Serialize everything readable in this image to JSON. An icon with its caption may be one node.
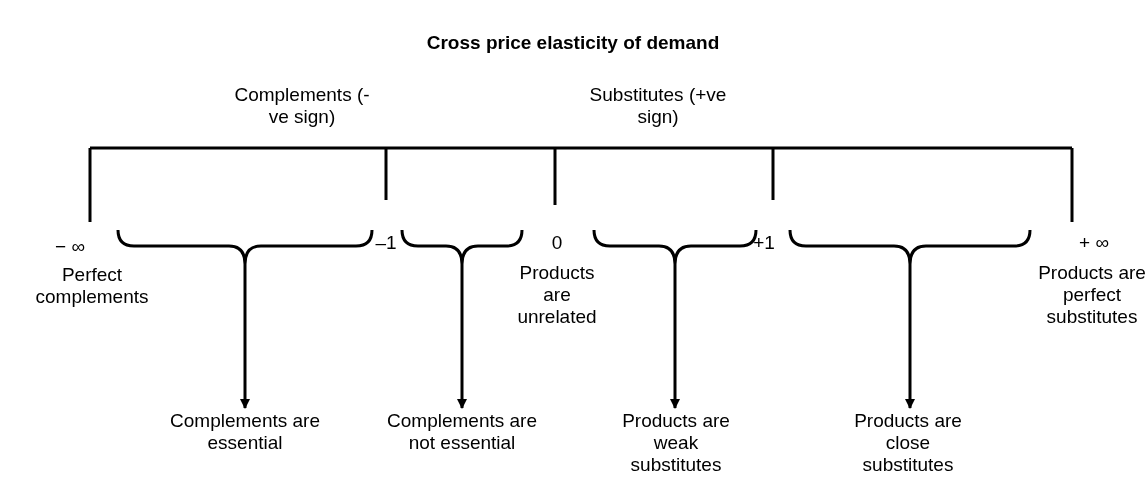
{
  "diagram": {
    "title": "Cross price elasticity of demand",
    "nodes": [
      {
        "text": [],
        "shape": "bracket"
      },
      {
        "text": [],
        "shape": "bracket"
      },
      {
        "text": [],
        "shape": "bracket"
      },
      {
        "text": [],
        "shape": "bracket"
      },
      {
        "text": [
          "Complements are essential"
        ]
      },
      {
        "text": [
          "Complements are not essential"
        ]
      },
      {
        "text": [
          "Products are weak substitutes"
        ]
      },
      {
        "text": [
          "Products are close substitutes"
        ]
      }
    ],
    "edges": [
      {
        "from": 0,
        "to": 4,
        "arrow": "to"
      },
      {
        "from": 1,
        "to": 5,
        "arrow": "to"
      },
      {
        "from": 2,
        "to": 6,
        "arrow": "to"
      },
      {
        "from": 3,
        "to": 7,
        "arrow": "to"
      }
    ],
    "labels": [
      "Complements (-ve sign)",
      "Substitutes (+ve sign)",
      "− ∞",
      "–1",
      "0",
      "+1",
      "+ ∞",
      "Perfect complements",
      "Products are unrelated",
      "Products are perfect substitutes"
    ]
  }
}
